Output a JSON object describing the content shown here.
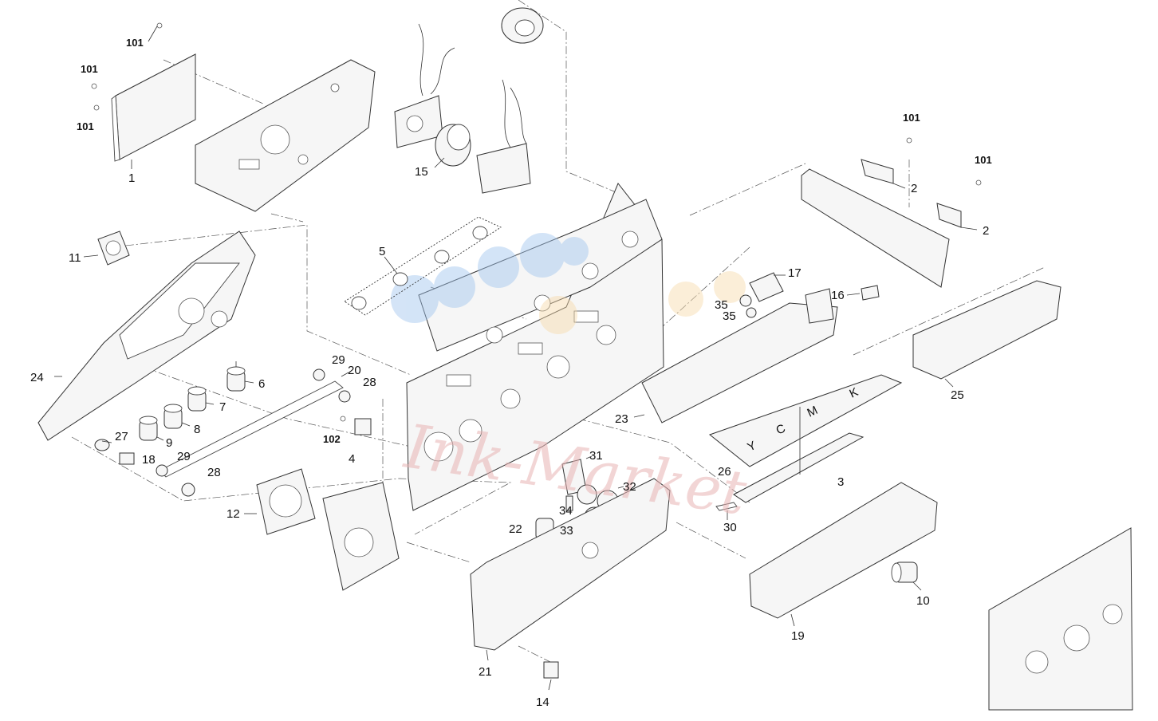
{
  "watermark": {
    "text": "Ink-Market"
  },
  "callouts": [
    {
      "id": "c101a",
      "text": "101"
    },
    {
      "id": "c101b",
      "text": "101"
    },
    {
      "id": "c101c",
      "text": "101"
    },
    {
      "id": "c1",
      "text": "1"
    },
    {
      "id": "c101d",
      "text": "101"
    },
    {
      "id": "c101e",
      "text": "101"
    },
    {
      "id": "c2a",
      "text": "2"
    },
    {
      "id": "c2b",
      "text": "2"
    },
    {
      "id": "c15",
      "text": "15"
    },
    {
      "id": "c5",
      "text": "5"
    },
    {
      "id": "c11",
      "text": "11"
    },
    {
      "id": "c17",
      "text": "17"
    },
    {
      "id": "c35a",
      "text": "35"
    },
    {
      "id": "c35b",
      "text": "35"
    },
    {
      "id": "c16",
      "text": "16"
    },
    {
      "id": "c24",
      "text": "24"
    },
    {
      "id": "c6",
      "text": "6"
    },
    {
      "id": "c29a",
      "text": "29"
    },
    {
      "id": "c20",
      "text": "20"
    },
    {
      "id": "c28a",
      "text": "28"
    },
    {
      "id": "c7",
      "text": "7"
    },
    {
      "id": "c8",
      "text": "8"
    },
    {
      "id": "c9",
      "text": "9"
    },
    {
      "id": "c27",
      "text": "27"
    },
    {
      "id": "c18",
      "text": "18"
    },
    {
      "id": "c29b",
      "text": "29"
    },
    {
      "id": "c28b",
      "text": "28"
    },
    {
      "id": "c102",
      "text": "102"
    },
    {
      "id": "c4",
      "text": "4"
    },
    {
      "id": "c25",
      "text": "25"
    },
    {
      "id": "c23",
      "text": "23"
    },
    {
      "id": "c26",
      "text": "26"
    },
    {
      "id": "c3",
      "text": "3"
    },
    {
      "id": "c31",
      "text": "31"
    },
    {
      "id": "c32",
      "text": "32"
    },
    {
      "id": "c34",
      "text": "34"
    },
    {
      "id": "c22",
      "text": "22"
    },
    {
      "id": "c33",
      "text": "33"
    },
    {
      "id": "c30",
      "text": "30"
    },
    {
      "id": "c12",
      "text": "12"
    },
    {
      "id": "c10",
      "text": "10"
    },
    {
      "id": "c19",
      "text": "19"
    },
    {
      "id": "c21",
      "text": "21"
    },
    {
      "id": "c14",
      "text": "14"
    }
  ],
  "plate_labels": [
    {
      "id": "pk",
      "text": "K"
    },
    {
      "id": "pm",
      "text": "M"
    },
    {
      "id": "pc",
      "text": "C"
    },
    {
      "id": "py",
      "text": "Y"
    }
  ]
}
